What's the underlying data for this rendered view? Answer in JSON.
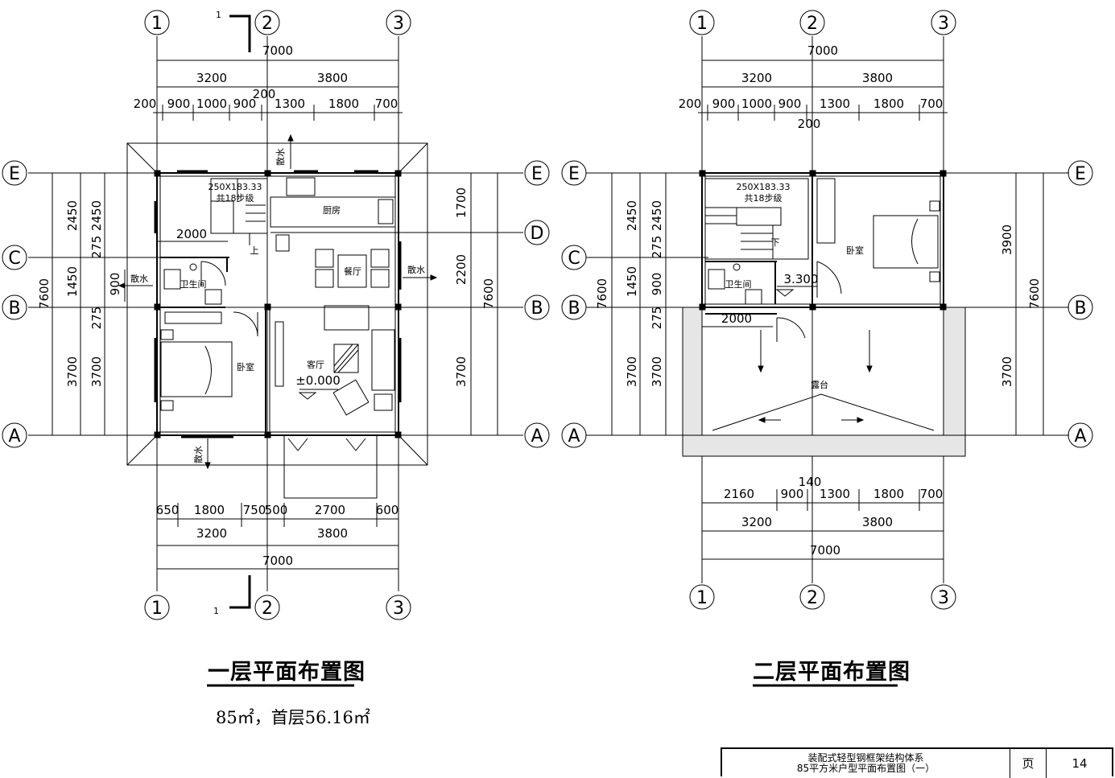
{
  "grid_labels": {
    "c1": "1",
    "c2": "2",
    "c3": "3",
    "rA": "A",
    "rB": "B",
    "rC": "C",
    "rD": "D",
    "rE": "E"
  },
  "plan1": {
    "title": "一层平面布置图",
    "subtitle": "85㎡，首层56.16㎡",
    "section_mark": "1",
    "top_dims": {
      "total": "7000",
      "d3200": "3200",
      "d3800": "3800",
      "d200a": "200",
      "d900a": "900",
      "d1000": "1000",
      "d900b": "900",
      "d200mid": "200",
      "d1300": "1300",
      "d1800": "1800",
      "d700": "700"
    },
    "bottom_dims": {
      "d650": "650",
      "d1800": "1800",
      "d750": "750",
      "d500": "500",
      "d2700": "2700",
      "d600": "600",
      "d3200": "3200",
      "d3800": "3800",
      "total": "7000"
    },
    "left_dims": {
      "total": "7600",
      "d2450": "2450",
      "d1450": "1450",
      "d3700": "3700",
      "d2450b": "2450",
      "d275a": "275",
      "d900": "900",
      "d275b": "275",
      "d3700b": "3700",
      "d2000": "2000"
    },
    "right_dims": {
      "d1700": "1700",
      "d2200": "2200",
      "d3700": "3700",
      "total": "7600"
    },
    "rooms": {
      "kitchen": "厨房",
      "dining": "餐厅",
      "living": "客厅",
      "bedroom": "卧室",
      "bath": "卫生间",
      "level": "±0.000",
      "stair_size": "250X183.33",
      "stair_steps": "共18步级",
      "up": "上",
      "drain": "散水"
    }
  },
  "plan2": {
    "title": "二层平面布置图",
    "top_dims": {
      "total": "7000",
      "d3200": "3200",
      "d3800": "3800",
      "d200a": "200",
      "d900a": "900",
      "d1000": "1000",
      "d900b": "900",
      "d200mid": "200",
      "d1300": "1300",
      "d1800": "1800",
      "d700": "700"
    },
    "bottom_dims": {
      "d140": "140",
      "d2160": "2160",
      "d900": "900",
      "d1300": "1300",
      "d1800": "1800",
      "d700": "700",
      "d3200": "3200",
      "d3800": "3800",
      "total": "7000"
    },
    "left_dims": {
      "total": "7600",
      "d2450": "2450",
      "d1450": "1450",
      "d3700": "3700",
      "d2450b": "2450",
      "d275a": "275",
      "d900": "900",
      "d275b": "275",
      "d3700b": "3700",
      "d2000": "2000"
    },
    "right_dims": {
      "d3900": "3900",
      "d3700": "3700",
      "total": "7600"
    },
    "rooms": {
      "bedroom": "卧室",
      "bath": "卫生间",
      "terrace": "露台",
      "level": "3.300",
      "stair_size": "250X183.33",
      "stair_steps": "共18步级",
      "down": "下"
    }
  },
  "title_block": {
    "desc_line1": "装配式轻型钢框架结构体系",
    "desc_line2": "85平方米户型平面布置图（一）",
    "page_label": "页",
    "page_number": "14"
  }
}
